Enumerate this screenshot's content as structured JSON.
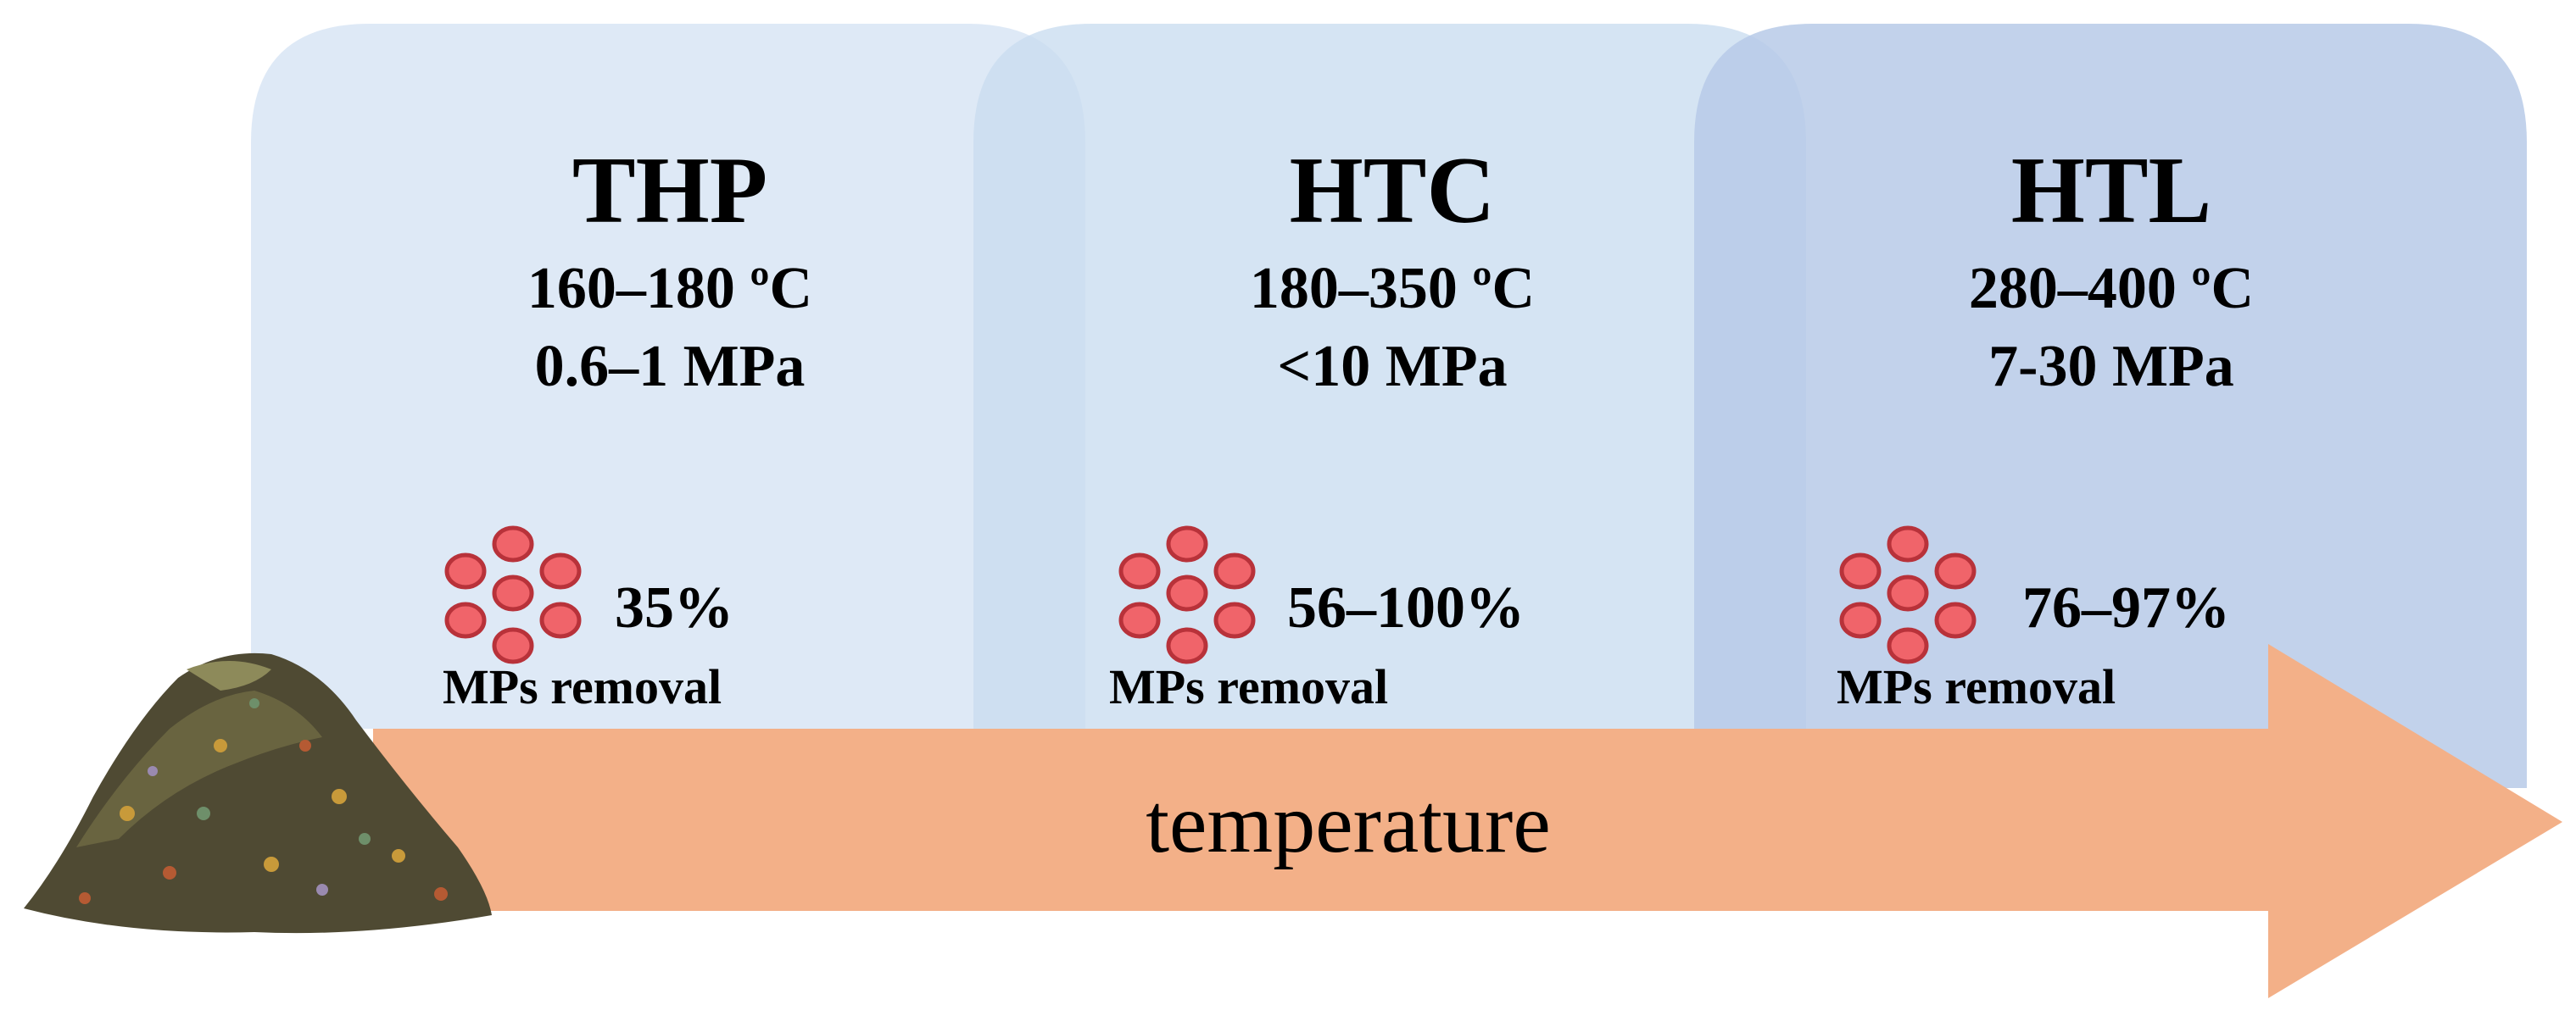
{
  "colors": {
    "panel_thp": "#dce8f5",
    "panel_htc": "#c9ddf0",
    "panel_htl": "#b7cae8",
    "arrow": "#f3b088",
    "microplastic_fill": "#f0646a",
    "microplastic_stroke": "#b8323a"
  },
  "icons": {
    "waste_pile": "sludge-pile-icon",
    "particles": "microplastic-cluster-icon"
  },
  "arrow_label": "temperature",
  "stages": [
    {
      "name": "THP",
      "temperature": "160–180 ºC",
      "pressure": "0.6–1 MPa",
      "removal": "35%",
      "removal_label": "MPs removal"
    },
    {
      "name": "HTC",
      "temperature": "180–350 ºC",
      "pressure": "<10 MPa",
      "removal": "56–100%",
      "removal_label": "MPs removal"
    },
    {
      "name": "HTL",
      "temperature": "280–400 ºC",
      "pressure": "7-30 MPa",
      "removal": "76–97%",
      "removal_label": "MPs removal"
    }
  ]
}
